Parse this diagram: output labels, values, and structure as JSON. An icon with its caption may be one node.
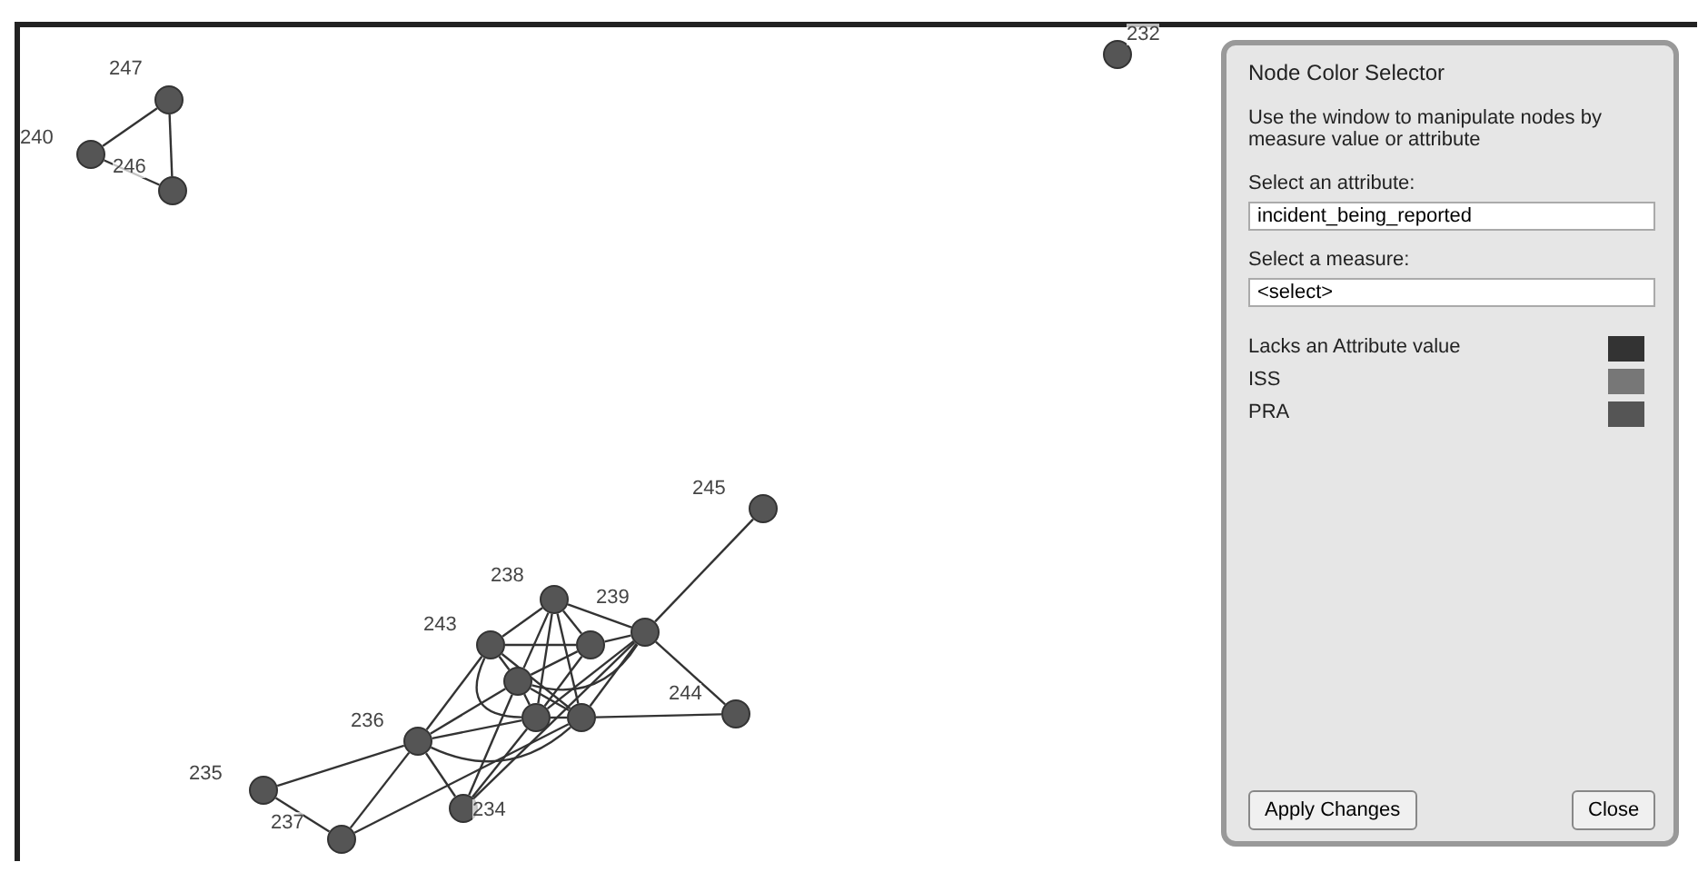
{
  "diagram": {
    "nodes": [
      {
        "text": [
          "247"
        ]
      },
      {
        "text": [
          "240"
        ]
      },
      {
        "text": [
          "246"
        ]
      },
      {
        "text": [
          "232"
        ]
      },
      {
        "text": [
          "245"
        ]
      },
      {
        "text": [
          "238"
        ]
      },
      {
        "text": [
          "239"
        ]
      },
      {
        "text": [],
        "shape": "circle"
      },
      {
        "text": [
          "243"
        ]
      },
      {
        "text": [],
        "shape": "circle"
      },
      {
        "text": [],
        "shape": "circle"
      },
      {
        "text": [],
        "shape": "circle"
      },
      {
        "text": [
          "244"
        ]
      },
      {
        "text": [
          "236"
        ]
      },
      {
        "text": [
          "234"
        ]
      },
      {
        "text": [
          "235"
        ]
      },
      {
        "text": [
          "237"
        ]
      }
    ],
    "edges": [
      {
        "from": 0,
        "to": 1,
        "arrow": "none"
      },
      {
        "from": 0,
        "to": 2,
        "arrow": "none"
      },
      {
        "from": 1,
        "to": 2,
        "arrow": "none"
      },
      {
        "from": 4,
        "to": 6,
        "arrow": "none"
      },
      {
        "from": 6,
        "to": 12,
        "arrow": "none"
      },
      {
        "from": 11,
        "to": 12,
        "arrow": "none"
      },
      {
        "from": 5,
        "to": 6,
        "arrow": "none"
      },
      {
        "from": 5,
        "to": 7,
        "arrow": "none"
      },
      {
        "from": 5,
        "to": 8,
        "arrow": "none"
      },
      {
        "from": 5,
        "to": 9,
        "arrow": "none"
      },
      {
        "from": 5,
        "to": 10,
        "arrow": "none"
      },
      {
        "from": 5,
        "to": 11,
        "arrow": "none"
      },
      {
        "from": 6,
        "to": 7,
        "arrow": "none"
      },
      {
        "from": 6,
        "to": 9,
        "arrow": "none"
      },
      {
        "from": 6,
        "to": 10,
        "arrow": "none"
      },
      {
        "from": 6,
        "to": 11,
        "arrow": "none"
      },
      {
        "from": 8,
        "to": 7,
        "arrow": "none"
      },
      {
        "from": 8,
        "to": 9,
        "arrow": "none"
      },
      {
        "from": 8,
        "to": 10,
        "arrow": "none"
      },
      {
        "from": 8,
        "to": 11,
        "arrow": "none"
      },
      {
        "from": 7,
        "to": 9,
        "arrow": "none"
      },
      {
        "from": 7,
        "to": 10,
        "arrow": "none"
      },
      {
        "from": 9,
        "to": 10,
        "arrow": "none"
      },
      {
        "from": 9,
        "to": 11,
        "arrow": "none"
      },
      {
        "from": 10,
        "to": 11,
        "arrow": "none"
      },
      {
        "from": 13,
        "to": 8,
        "arrow": "none"
      },
      {
        "from": 13,
        "to": 9,
        "arrow": "none"
      },
      {
        "from": 13,
        "to": 10,
        "arrow": "none"
      },
      {
        "from": 13,
        "to": 11,
        "arrow": "none"
      },
      {
        "from": 13,
        "to": 14,
        "arrow": "none"
      },
      {
        "from": 13,
        "to": 15,
        "arrow": "none"
      },
      {
        "from": 14,
        "to": 9,
        "arrow": "none"
      },
      {
        "from": 14,
        "to": 10,
        "arrow": "none"
      },
      {
        "from": 14,
        "to": 6,
        "arrow": "none"
      },
      {
        "from": 15,
        "to": 16,
        "arrow": "none"
      },
      {
        "from": 16,
        "to": 13,
        "arrow": "none"
      },
      {
        "from": 16,
        "to": 11,
        "arrow": "none"
      }
    ],
    "labels": [
      "Node Color Selector",
      "Use the window to manipulate nodes by measure value or attribute",
      "Select an attribute:",
      "incident_being_reported",
      "Select a measure:",
      "<select>",
      "Apply Changes",
      "Close"
    ],
    "legend": [
      {
        "text": "Lacks an Attribute value",
        "color": "#333333"
      },
      {
        "text": "ISS",
        "color": "#777777"
      },
      {
        "text": "PRA",
        "color": "#555555"
      }
    ]
  }
}
